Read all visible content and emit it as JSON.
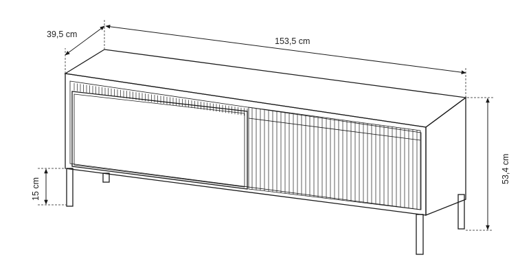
{
  "dimensions": {
    "depth": "39,5 cm",
    "width": "153,5 cm",
    "height": "53,4 cm",
    "leg_height": "15 cm"
  }
}
